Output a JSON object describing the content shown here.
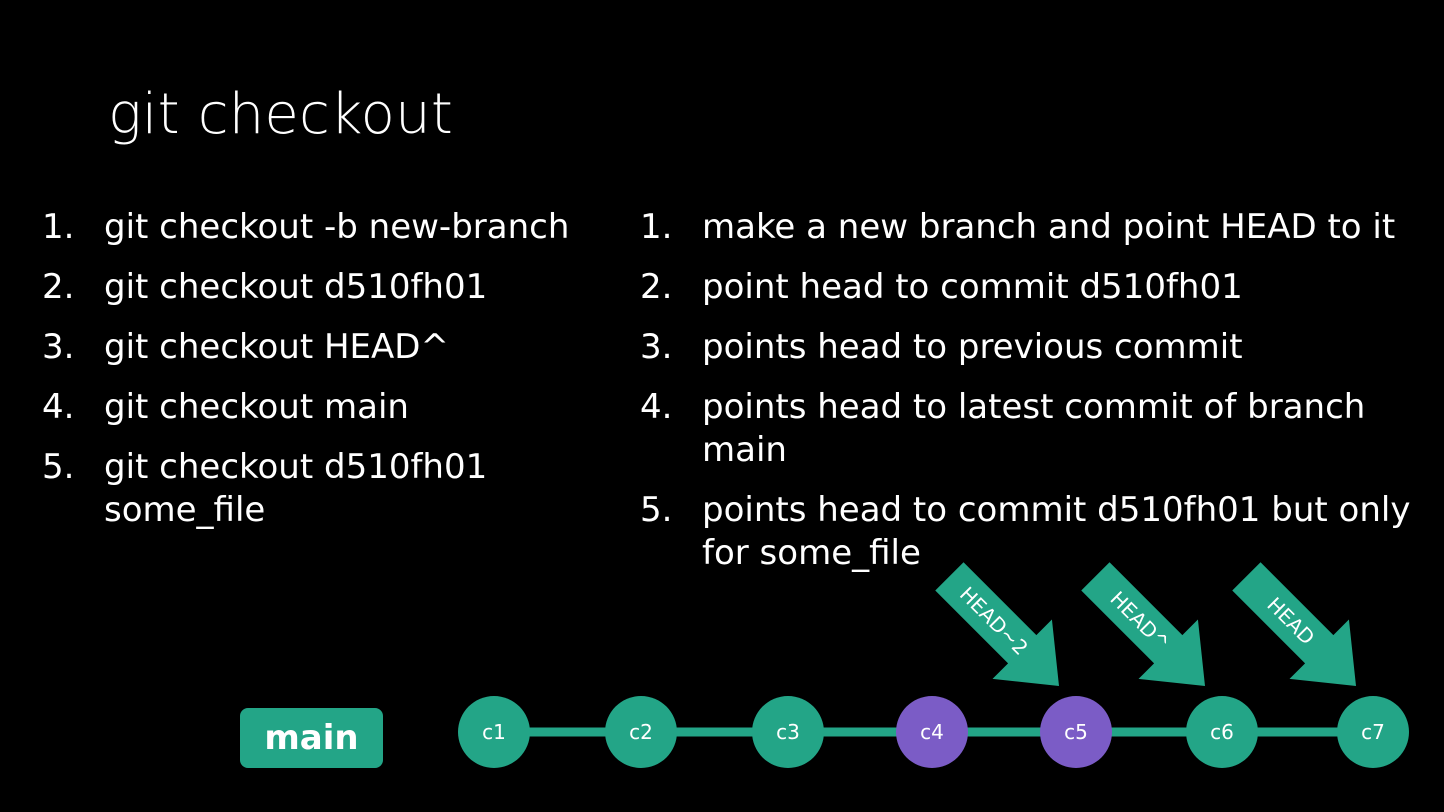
{
  "title": "git checkout",
  "commands": [
    {
      "num": "1.",
      "text": "git checkout -b new-branch"
    },
    {
      "num": "2.",
      "text": "git checkout d510fh01"
    },
    {
      "num": "3.",
      "text": "git checkout HEAD^"
    },
    {
      "num": "4.",
      "text": "git checkout main"
    },
    {
      "num": "5.",
      "text": "git checkout d510fh01 some_file"
    }
  ],
  "descriptions": [
    {
      "num": "1.",
      "text": "make a new branch and point HEAD to it"
    },
    {
      "num": "2.",
      "text": "point head to commit d510fh01"
    },
    {
      "num": "3.",
      "text": "points head to previous commit"
    },
    {
      "num": "4.",
      "text": "points head to latest commit of branch main"
    },
    {
      "num": "5.",
      "text": "points head to commit d510fh01 but only for some_file"
    }
  ],
  "branch_label": "main",
  "commits": [
    {
      "label": "c1",
      "color": "#23a587"
    },
    {
      "label": "c2",
      "color": "#23a587"
    },
    {
      "label": "c3",
      "color": "#23a587"
    },
    {
      "label": "c4",
      "color": "#7b5cc6"
    },
    {
      "label": "c5",
      "color": "#7b5cc6"
    },
    {
      "label": "c6",
      "color": "#23a587"
    },
    {
      "label": "c7",
      "color": "#23a587"
    }
  ],
  "head_pointers": [
    {
      "label": "HEAD~2",
      "target": "c5"
    },
    {
      "label": "HEAD^",
      "target": "c6"
    },
    {
      "label": "HEAD",
      "target": "c7"
    }
  ],
  "colors": {
    "background": "#000000",
    "accent_green": "#23a587",
    "accent_purple": "#7b5cc6",
    "text": "#ffffff"
  }
}
